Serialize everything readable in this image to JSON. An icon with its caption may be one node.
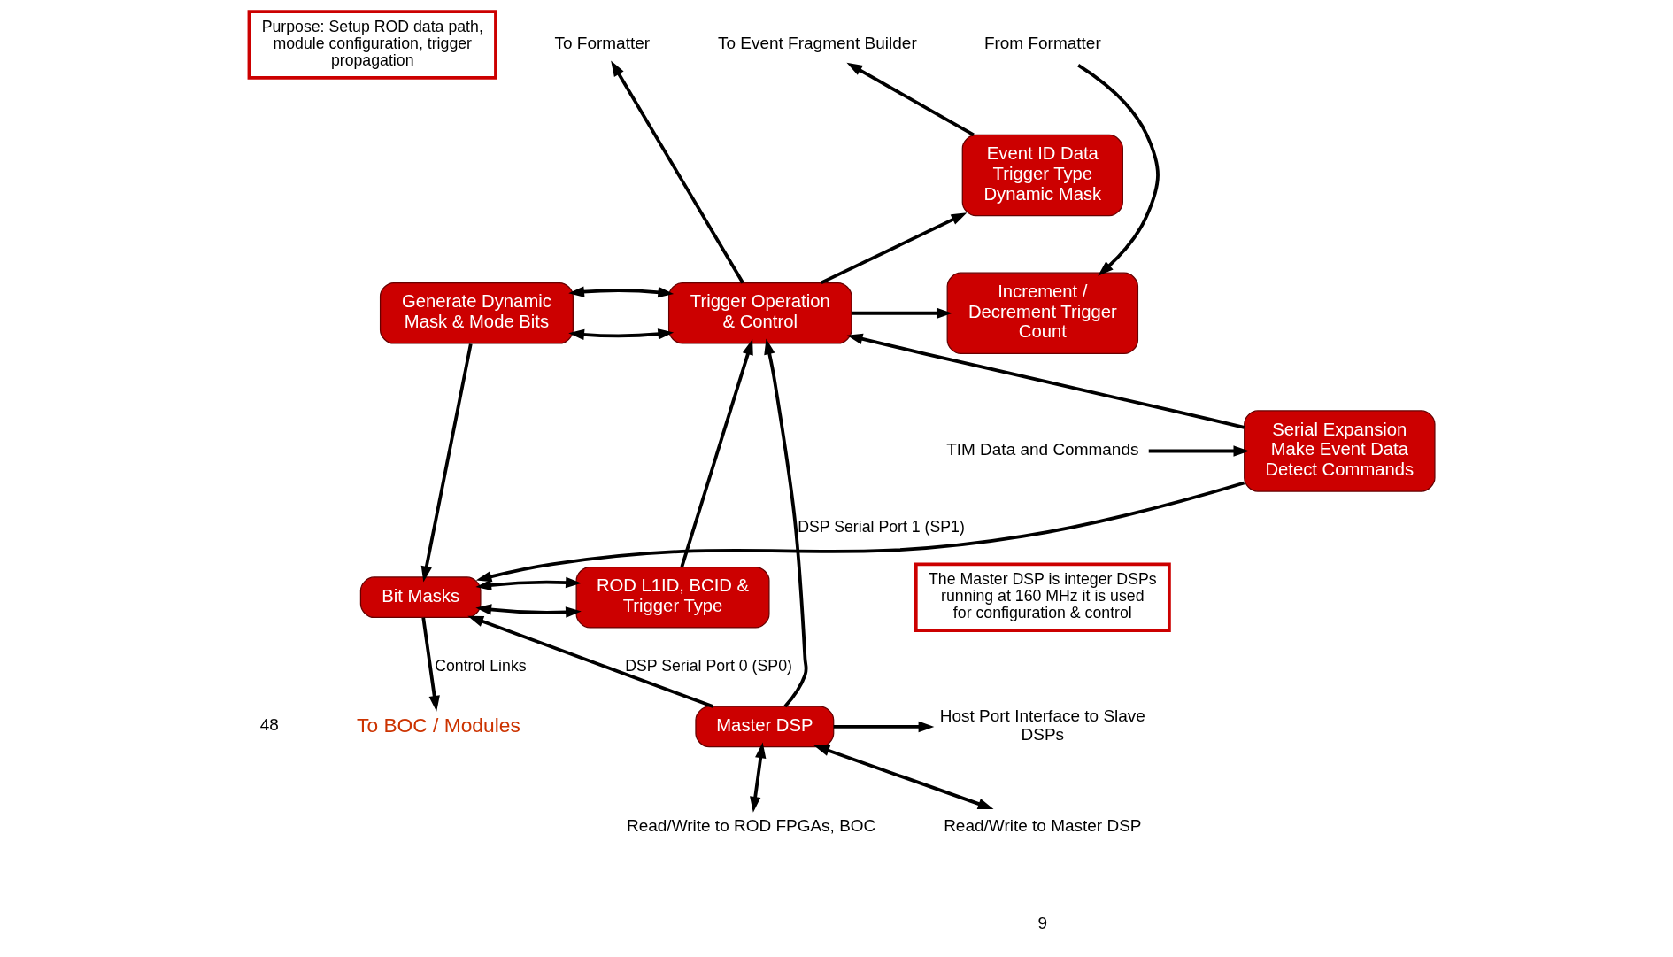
{
  "diagram": {
    "nodes": [
      {
        "text": [
          "Purpose: Setup ROD data path, module configuration, trigger propagation"
        ]
      },
      {
        "text": [
          "To Formatter"
        ]
      },
      {
        "text": [
          "To Event Fragment Builder"
        ]
      },
      {
        "text": [
          "From Formatter"
        ]
      },
      {
        "text": [
          "Event ID Data Trigger Type Dynamic Mask"
        ]
      },
      {
        "text": [
          "Generate Dynamic Mask & Mode Bits"
        ]
      },
      {
        "text": [
          "Trigger Operation & Control"
        ]
      },
      {
        "text": [
          "Increment / Decrement Trigger Count"
        ]
      },
      {
        "text": [
          "Serial Expansion Make Event Data Detect Commands"
        ]
      },
      {
        "text": [
          "TIM Data and Commands"
        ]
      },
      {
        "text": [
          "To BOC / Modules"
        ]
      },
      {
        "text": [
          "Bit Masks"
        ]
      },
      {
        "text": [
          "ROD L1ID, BCID & Trigger Type"
        ]
      },
      {
        "text": [
          "The Master DSP is integer DSPs running at 160 MHz it is used for configuration & control"
        ]
      },
      {
        "text": [
          "Master DSP"
        ]
      },
      {
        "text": [
          "Host Port Interface to Slave DSPs"
        ]
      },
      {
        "text": [
          "Read/Write to ROD FPGAs, BOC"
        ]
      },
      {
        "text": [
          "Read/Write to Master DSP"
        ]
      }
    ],
    "edges": [
      {
        "from": 6,
        "to": 1,
        "arrow": "to"
      },
      {
        "from": 4,
        "to": 2,
        "arrow": "to"
      },
      {
        "from": 3,
        "to": 7,
        "arrow": "to"
      },
      {
        "from": 6,
        "to": 4,
        "arrow": "to"
      },
      {
        "from": 5,
        "to": 6,
        "arrow": "both"
      },
      {
        "from": 5,
        "to": 6,
        "arrow": "both"
      },
      {
        "from": 6,
        "to": 7,
        "arrow": "to"
      },
      {
        "from": 8,
        "to": 6,
        "arrow": "to"
      },
      {
        "from": 9,
        "to": 8,
        "arrow": "to"
      },
      {
        "from": 5,
        "to": 11,
        "arrow": "to"
      },
      {
        "from": 8,
        "to": 11,
        "arrow": "to"
      },
      {
        "from": 12,
        "to": 6,
        "arrow": "to"
      },
      {
        "from": 11,
        "to": 10,
        "arrow": "to",
        "label": "Control Links"
      },
      {
        "from": 11,
        "to": 12,
        "arrow": "both"
      },
      {
        "from": 11,
        "to": 12,
        "arrow": "both"
      },
      {
        "from": 14,
        "to": 11,
        "arrow": "to",
        "label": "DSP Serial Port 0 (SP0)"
      },
      {
        "from": 14,
        "to": 6,
        "arrow": "to",
        "label": "DSP Serial Port 1 (SP1)"
      },
      {
        "from": 14,
        "to": 15,
        "arrow": "to"
      },
      {
        "from": 14,
        "to": 16,
        "arrow": "both"
      },
      {
        "from": 14,
        "to": 17,
        "arrow": "both"
      }
    ],
    "labels": [
      "48",
      "9"
    ]
  }
}
